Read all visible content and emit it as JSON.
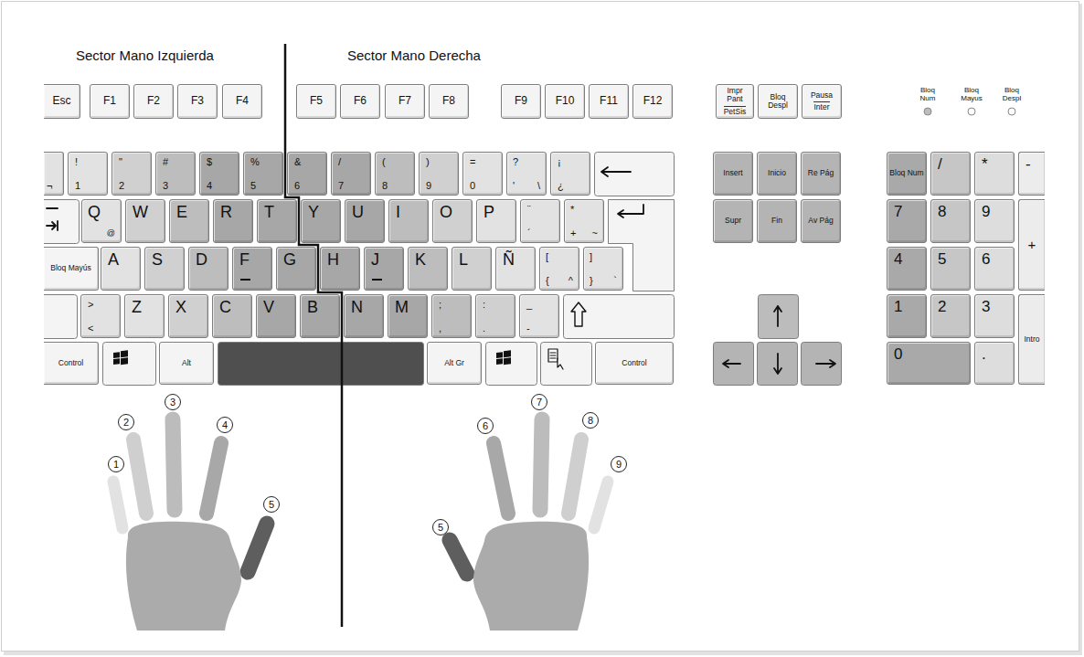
{
  "diagram": {
    "nodes": [
      {
        "text": [
          "Esc"
        ]
      },
      {
        "text": [
          "F1"
        ]
      },
      {
        "text": [
          "F2"
        ]
      },
      {
        "text": [
          "F3"
        ]
      },
      {
        "text": [
          "F4"
        ]
      },
      {
        "text": [
          "F5"
        ]
      },
      {
        "text": [
          "F6"
        ]
      },
      {
        "text": [
          "F7"
        ]
      },
      {
        "text": [
          "F8"
        ]
      },
      {
        "text": [
          "F9"
        ]
      },
      {
        "text": [
          "F10"
        ]
      },
      {
        "text": [
          "F11"
        ]
      },
      {
        "text": [
          "F12"
        ]
      },
      {
        "text": [
          "Impr Pant",
          "PetSis"
        ]
      },
      {
        "text": [
          "Bloq Despl"
        ]
      },
      {
        "text": [
          "Pausa",
          "Inter"
        ]
      },
      {
        "text": [
          "¬"
        ]
      },
      {
        "text": [
          "!",
          "1"
        ]
      },
      {
        "text": [
          "\"",
          "2"
        ]
      },
      {
        "text": [
          "#",
          "3"
        ]
      },
      {
        "text": [
          "$",
          "4"
        ]
      },
      {
        "text": [
          "%",
          "5"
        ]
      },
      {
        "text": [
          "&",
          "6"
        ]
      },
      {
        "text": [
          "/",
          "7"
        ]
      },
      {
        "text": [
          "(",
          "8"
        ]
      },
      {
        "text": [
          ")",
          "9"
        ]
      },
      {
        "text": [
          "=",
          "0"
        ]
      },
      {
        "text": [
          "?",
          "'",
          "\\"
        ]
      },
      {
        "text": [
          "¡",
          "¿"
        ]
      },
      {
        "text": [
          "Insert"
        ]
      },
      {
        "text": [
          "Inicio"
        ]
      },
      {
        "text": [
          "Re Pág"
        ]
      },
      {
        "text": [
          "Bloq Num"
        ]
      },
      {
        "text": [
          "/"
        ]
      },
      {
        "text": [
          "*"
        ]
      },
      {
        "text": [
          "-"
        ]
      },
      {
        "text": [
          "Q",
          "@"
        ]
      },
      {
        "text": [
          "W"
        ]
      },
      {
        "text": [
          "E"
        ]
      },
      {
        "text": [
          "R"
        ]
      },
      {
        "text": [
          "T"
        ]
      },
      {
        "text": [
          "Y"
        ]
      },
      {
        "text": [
          "U"
        ]
      },
      {
        "text": [
          "I"
        ]
      },
      {
        "text": [
          "O"
        ]
      },
      {
        "text": [
          "P"
        ]
      },
      {
        "text": [
          "¨",
          "´"
        ]
      },
      {
        "text": [
          "*",
          "+",
          "~"
        ]
      },
      {
        "text": [
          "Supr"
        ]
      },
      {
        "text": [
          "Fin"
        ]
      },
      {
        "text": [
          "Av Pág"
        ]
      },
      {
        "text": [
          "7"
        ]
      },
      {
        "text": [
          "8"
        ]
      },
      {
        "text": [
          "9"
        ]
      },
      {
        "text": [
          "+"
        ]
      },
      {
        "text": [
          "Bloq Mayús"
        ]
      },
      {
        "text": [
          "A"
        ]
      },
      {
        "text": [
          "S"
        ]
      },
      {
        "text": [
          "D"
        ]
      },
      {
        "text": [
          "F"
        ]
      },
      {
        "text": [
          "G"
        ]
      },
      {
        "text": [
          "H"
        ]
      },
      {
        "text": [
          "J"
        ]
      },
      {
        "text": [
          "K"
        ]
      },
      {
        "text": [
          "L"
        ]
      },
      {
        "text": [
          "Ñ"
        ]
      },
      {
        "text": [
          "[",
          "{",
          "^"
        ]
      },
      {
        "text": [
          "]",
          "}",
          "`"
        ]
      },
      {
        "text": [
          "4"
        ]
      },
      {
        "text": [
          "5"
        ]
      },
      {
        "text": [
          "6"
        ]
      },
      {
        "text": [
          ">",
          "<"
        ]
      },
      {
        "text": [
          "Z"
        ]
      },
      {
        "text": [
          "X"
        ]
      },
      {
        "text": [
          "C"
        ]
      },
      {
        "text": [
          "V"
        ]
      },
      {
        "text": [
          "B"
        ]
      },
      {
        "text": [
          "N"
        ]
      },
      {
        "text": [
          "M"
        ]
      },
      {
        "text": [
          ";",
          ","
        ]
      },
      {
        "text": [
          ":",
          "."
        ]
      },
      {
        "text": [
          "_",
          "-"
        ]
      },
      {
        "text": [
          "1"
        ]
      },
      {
        "text": [
          "2"
        ]
      },
      {
        "text": [
          "3"
        ]
      },
      {
        "text": [
          "Intro"
        ]
      },
      {
        "text": [
          "Control"
        ]
      },
      {
        "text": [
          "Alt"
        ]
      },
      {
        "text": [
          "Alt Gr"
        ]
      },
      {
        "text": [
          "Control"
        ]
      },
      {
        "text": [
          "0"
        ]
      },
      {
        "text": [
          "."
        ]
      },
      {
        "text": [
          "1"
        ]
      },
      {
        "text": [
          "2"
        ]
      },
      {
        "text": [
          "3"
        ]
      },
      {
        "text": [
          "4"
        ]
      },
      {
        "text": [
          "5"
        ]
      },
      {
        "text": [
          "5"
        ]
      },
      {
        "text": [
          "6"
        ]
      },
      {
        "text": [
          "7"
        ]
      },
      {
        "text": [
          "8"
        ]
      },
      {
        "text": [
          "9"
        ]
      }
    ],
    "labels": [
      "Sector Mano Izquierda",
      "Sector Mano Derecha",
      "Bloq Num",
      "Bloq Mayus",
      "Bloq Despl"
    ]
  }
}
